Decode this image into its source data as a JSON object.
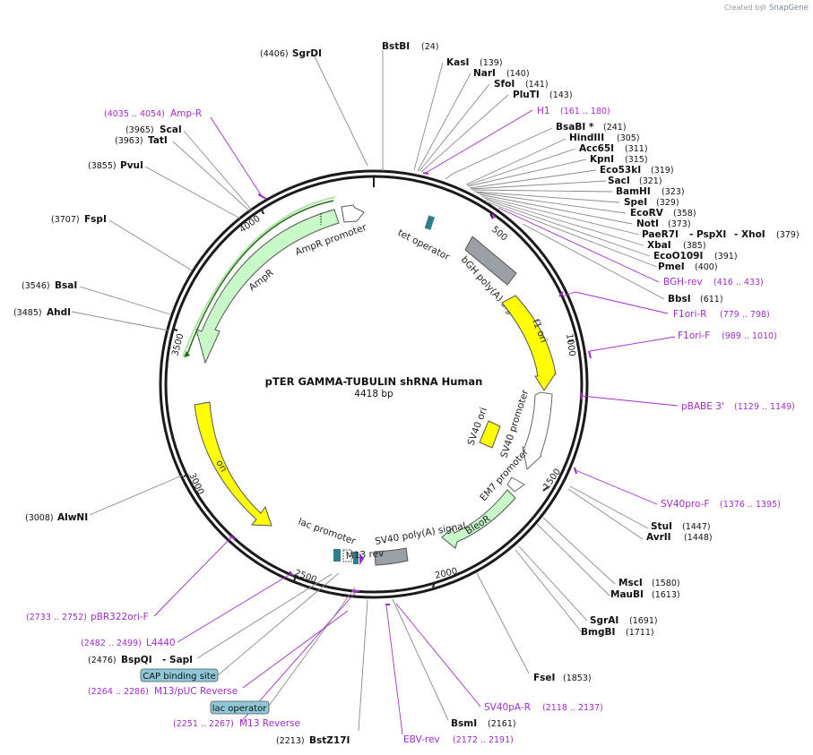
{
  "credit": {
    "prefix": "Created by",
    "brand": "SnapGene"
  },
  "plasmid": {
    "name": "pTER GAMMA-TUBULIN shRNA Human",
    "length": "4418 bp"
  },
  "ticks": [
    "500",
    "1000",
    "1500",
    "2000",
    "2500",
    "3000",
    "3500",
    "4000"
  ],
  "features": [
    {
      "label": "tet operator"
    },
    {
      "label": "bGH poly(A) signal"
    },
    {
      "label": "f1 ori"
    },
    {
      "label": "SV40 promoter"
    },
    {
      "label": "SV40 ori"
    },
    {
      "label": "EM7 promoter"
    },
    {
      "label": "BleoR"
    },
    {
      "label": "SV40 poly(A) signal"
    },
    {
      "label": "M13 rev"
    },
    {
      "label": "lac promoter"
    },
    {
      "label": "ori"
    },
    {
      "label": "AmpR"
    },
    {
      "label": "AmpR promoter"
    }
  ],
  "enzymes": [
    {
      "name": "BstBI",
      "pos": "(24)"
    },
    {
      "name": "KasI",
      "pos": "(139)"
    },
    {
      "name": "NarI",
      "pos": "(140)"
    },
    {
      "name": "SfoI",
      "pos": "(141)"
    },
    {
      "name": "PluTI",
      "pos": "(143)"
    },
    {
      "name": "BsaBI *",
      "pos": "(241)"
    },
    {
      "name": "HindIII",
      "pos": "(305)"
    },
    {
      "name": "Acc65I",
      "pos": "(311)"
    },
    {
      "name": "KpnI",
      "pos": "(315)"
    },
    {
      "name": "Eco53kI",
      "pos": "(319)"
    },
    {
      "name": "SacI",
      "pos": "(321)"
    },
    {
      "name": "BamHI",
      "pos": "(323)"
    },
    {
      "name": "SpeI",
      "pos": "(329)"
    },
    {
      "name": "EcoRV",
      "pos": "(358)"
    },
    {
      "name": "NotI",
      "pos": "(373)"
    },
    {
      "name": "PaeR7I",
      "pos": ""
    },
    {
      "name": "- PspXI",
      "pos": ""
    },
    {
      "name": "- XhoI",
      "pos": "(379)"
    },
    {
      "name": "XbaI",
      "pos": "(385)"
    },
    {
      "name": "EcoO109I",
      "pos": "(391)"
    },
    {
      "name": "PmeI",
      "pos": "(400)"
    },
    {
      "name": "BbsI",
      "pos": "(611)"
    },
    {
      "name": "StuI",
      "pos": "(1447)"
    },
    {
      "name": "AvrII",
      "pos": "(1448)"
    },
    {
      "name": "MscI",
      "pos": "(1580)"
    },
    {
      "name": "MauBI",
      "pos": "(1613)"
    },
    {
      "name": "SgrAI",
      "pos": "(1691)"
    },
    {
      "name": "BmgBI",
      "pos": "(1711)"
    },
    {
      "name": "FseI",
      "pos": "(1853)"
    },
    {
      "name": "BsmI",
      "pos": "(2161)"
    },
    {
      "name": "BstZ17I",
      "pos": "(2213)"
    },
    {
      "name": "BspQI",
      "pos": "(2476)"
    },
    {
      "name": "- SapI",
      "pos": ""
    },
    {
      "name": "AlwNI",
      "pos": "(3008)"
    },
    {
      "name": "AhdI",
      "pos": "(3485)"
    },
    {
      "name": "BsaI",
      "pos": "(3546)"
    },
    {
      "name": "FspI",
      "pos": "(3707)"
    },
    {
      "name": "PvuI",
      "pos": "(3855)"
    },
    {
      "name": "TatI",
      "pos": "(3963)"
    },
    {
      "name": "ScaI",
      "pos": "(3965)"
    },
    {
      "name": "SgrDI",
      "pos": "(4406)"
    }
  ],
  "primers": [
    {
      "name": "H1",
      "pos": "(161 .. 180)"
    },
    {
      "name": "BGH-rev",
      "pos": "(416 .. 433)"
    },
    {
      "name": "F1ori-R",
      "pos": "(779 .. 798)"
    },
    {
      "name": "F1ori-F",
      "pos": "(989 .. 1010)"
    },
    {
      "name": "pBABE 3'",
      "pos": "(1129 .. 1149)"
    },
    {
      "name": "SV40pro-F",
      "pos": "(1376 .. 1395)"
    },
    {
      "name": "SV40pA-R",
      "pos": "(2118 .. 2137)"
    },
    {
      "name": "EBV-rev",
      "pos": "(2172 .. 2191)"
    },
    {
      "name": "M13 Reverse",
      "pos": "(2251 .. 2267)"
    },
    {
      "name": "M13/pUC Reverse",
      "pos": "(2264 .. 2286)"
    },
    {
      "name": "L4440",
      "pos": "(2482 .. 2499)"
    },
    {
      "name": "pBR322ori-F",
      "pos": "(2733 .. 2752)"
    },
    {
      "name": "Amp-R",
      "pos": "(4035 .. 4054)"
    }
  ],
  "boxes": [
    {
      "label": "CAP binding site"
    },
    {
      "label": "lac operator"
    }
  ],
  "colors": {
    "backbone": "#1a1a1a",
    "primer": "#a22bd0",
    "ori": "#ffff00",
    "amp": "#c8f7c8",
    "polyA": "#9aa0a6",
    "operator": "#2f7f8a",
    "boxFill": "#8ec8d8"
  }
}
